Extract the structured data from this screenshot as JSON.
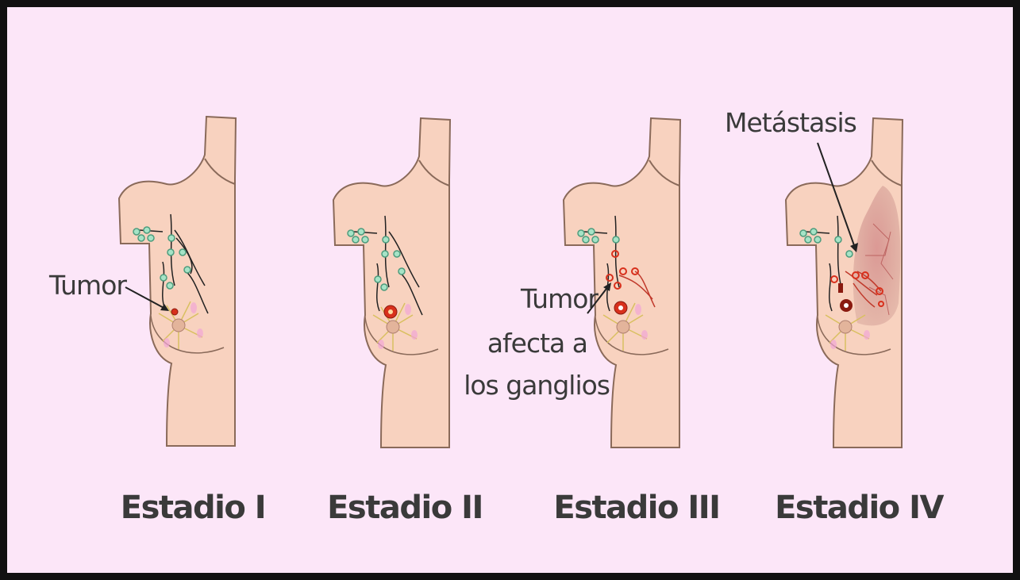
{
  "stages": [
    {
      "label": "Estadio I"
    },
    {
      "label": "Estadio II"
    },
    {
      "label": "Estadio III"
    },
    {
      "label": "Estadio IV"
    }
  ],
  "annotations": {
    "tumor": "Tumor",
    "nodes_line1": "Tumor",
    "nodes_line2": "afecta a",
    "nodes_line3": "los ganglios",
    "metastasis": "Metástasis"
  },
  "colors": {
    "background": "#fce6f8",
    "skin": "#f8d2bf",
    "outline": "#8a6a5a",
    "lymph_node": "#a6e3c6",
    "tumor": "#d8301c",
    "text": "#3a3a3a"
  }
}
